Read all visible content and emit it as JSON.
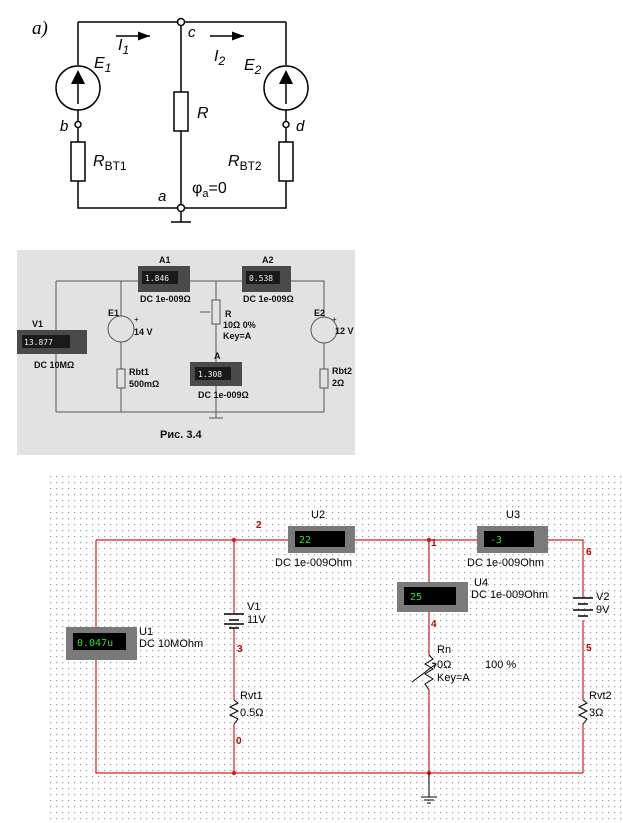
{
  "diagram_a": {
    "panel_label": "a)",
    "e1": "E",
    "e1_sub": "1",
    "i1": "I",
    "i1_sub": "1",
    "node_c": "c",
    "i2": "I",
    "i2_sub": "2",
    "e2": "E",
    "e2_sub": "2",
    "node_b": "b",
    "r": "R",
    "node_d": "d",
    "rvt1": "R",
    "rvt1_sub": "BT1",
    "rvt2": "R",
    "rvt2_sub": "BT2",
    "node_a": "a",
    "phi": "φ",
    "phi_sub": "a",
    "phi_eq": "=0"
  },
  "figure_34": {
    "a1_name": "A1",
    "a1_value": "1.846",
    "a1_param": "DC  1e-009Ω",
    "a2_name": "A2",
    "a2_value": "0.538",
    "a2_param": "DC  1e-009Ω",
    "v1_name": "V1",
    "v1_value": "13.877",
    "v1_param": "DC  10MΩ",
    "e1_name": "E1",
    "e1_value": "14 V",
    "r_name": "R",
    "r_value": "10Ω 0%",
    "r_key": "Key=A",
    "e2_name": "E2",
    "e2_value": "12 V",
    "a_name": "A",
    "a_value": "1.308",
    "a_param": "DC  1e-009Ω",
    "rbt1_name": "Rbt1",
    "rbt1_value": "500mΩ",
    "rbt2_name": "Rbt2",
    "rbt2_value": "2Ω",
    "caption": "Рис. 3.4",
    "polarity_plus": "+",
    "polarity_minus": "-"
  },
  "multisim": {
    "u2_name": "U2",
    "u2_value": "22",
    "u2_param": "DC  1e-009Ohm",
    "u3_name": "U3",
    "u3_value": "-3",
    "u3_param": "DC  1e-009Ohm",
    "u4_name": "U4",
    "u4_value": "25",
    "u4_param": "DC  1e-009Ohm",
    "u1_name": "U1",
    "u1_value": "0.047u",
    "u1_param": "DC  10MOhm",
    "v1_name": "V1",
    "v1_value": "11V",
    "v2_name": "V2",
    "v2_value": "9V",
    "rn_name": "Rn",
    "rn_value": "0Ω",
    "rn_pct": "100 %",
    "rn_key": "Key=A",
    "rvt1_name": "Rvt1",
    "rvt1_value": "0.5Ω",
    "rvt2_name": "Rvt2",
    "rvt2_value": "3Ω",
    "node_2": "2",
    "node_1": "1",
    "node_6": "6",
    "node_4": "4",
    "node_3": "3",
    "node_5": "5",
    "node_0": "0",
    "colors": {
      "wire": "#d02020",
      "meter_body": "#7a7a7a",
      "meter_screen": "#000000",
      "meter_digits": "#30e030",
      "node_label": "#c00000"
    }
  }
}
